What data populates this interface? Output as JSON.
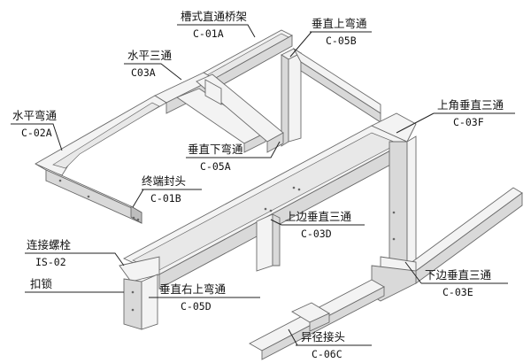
{
  "labels": [
    {
      "id": "trough-bridge",
      "name_cn": "槽式直通桥架",
      "code": "C-01A"
    },
    {
      "id": "horizontal-tee",
      "name_cn": "水平三通",
      "code": "C03A"
    },
    {
      "id": "vertical-up-bend",
      "name_cn": "垂直上弯通",
      "code": "C-05B"
    },
    {
      "id": "horizontal-bend",
      "name_cn": "水平弯通",
      "code": "C-02A"
    },
    {
      "id": "upper-corner-vertical-tee",
      "name_cn": "上角垂直三通",
      "code": "C-03F"
    },
    {
      "id": "vertical-down-bend",
      "name_cn": "垂直下弯通",
      "code": "C-05A"
    },
    {
      "id": "end-cap",
      "name_cn": "终端封头",
      "code": "C-01B"
    },
    {
      "id": "upper-side-vertical-tee",
      "name_cn": "上边垂直三通",
      "code": "C-03D"
    },
    {
      "id": "connecting-bolt",
      "name_cn": "连接螺栓",
      "code": "IS-02"
    },
    {
      "id": "lock-buckle",
      "name_cn": "扣锁",
      "code": ""
    },
    {
      "id": "vertical-right-up-bend",
      "name_cn": "垂直右上弯通",
      "code": "C-05D"
    },
    {
      "id": "lower-side-vertical-tee",
      "name_cn": "下边垂直三通",
      "code": "C-03E"
    },
    {
      "id": "reducer-joint",
      "name_cn": "异径接头",
      "code": "C-06C"
    }
  ]
}
